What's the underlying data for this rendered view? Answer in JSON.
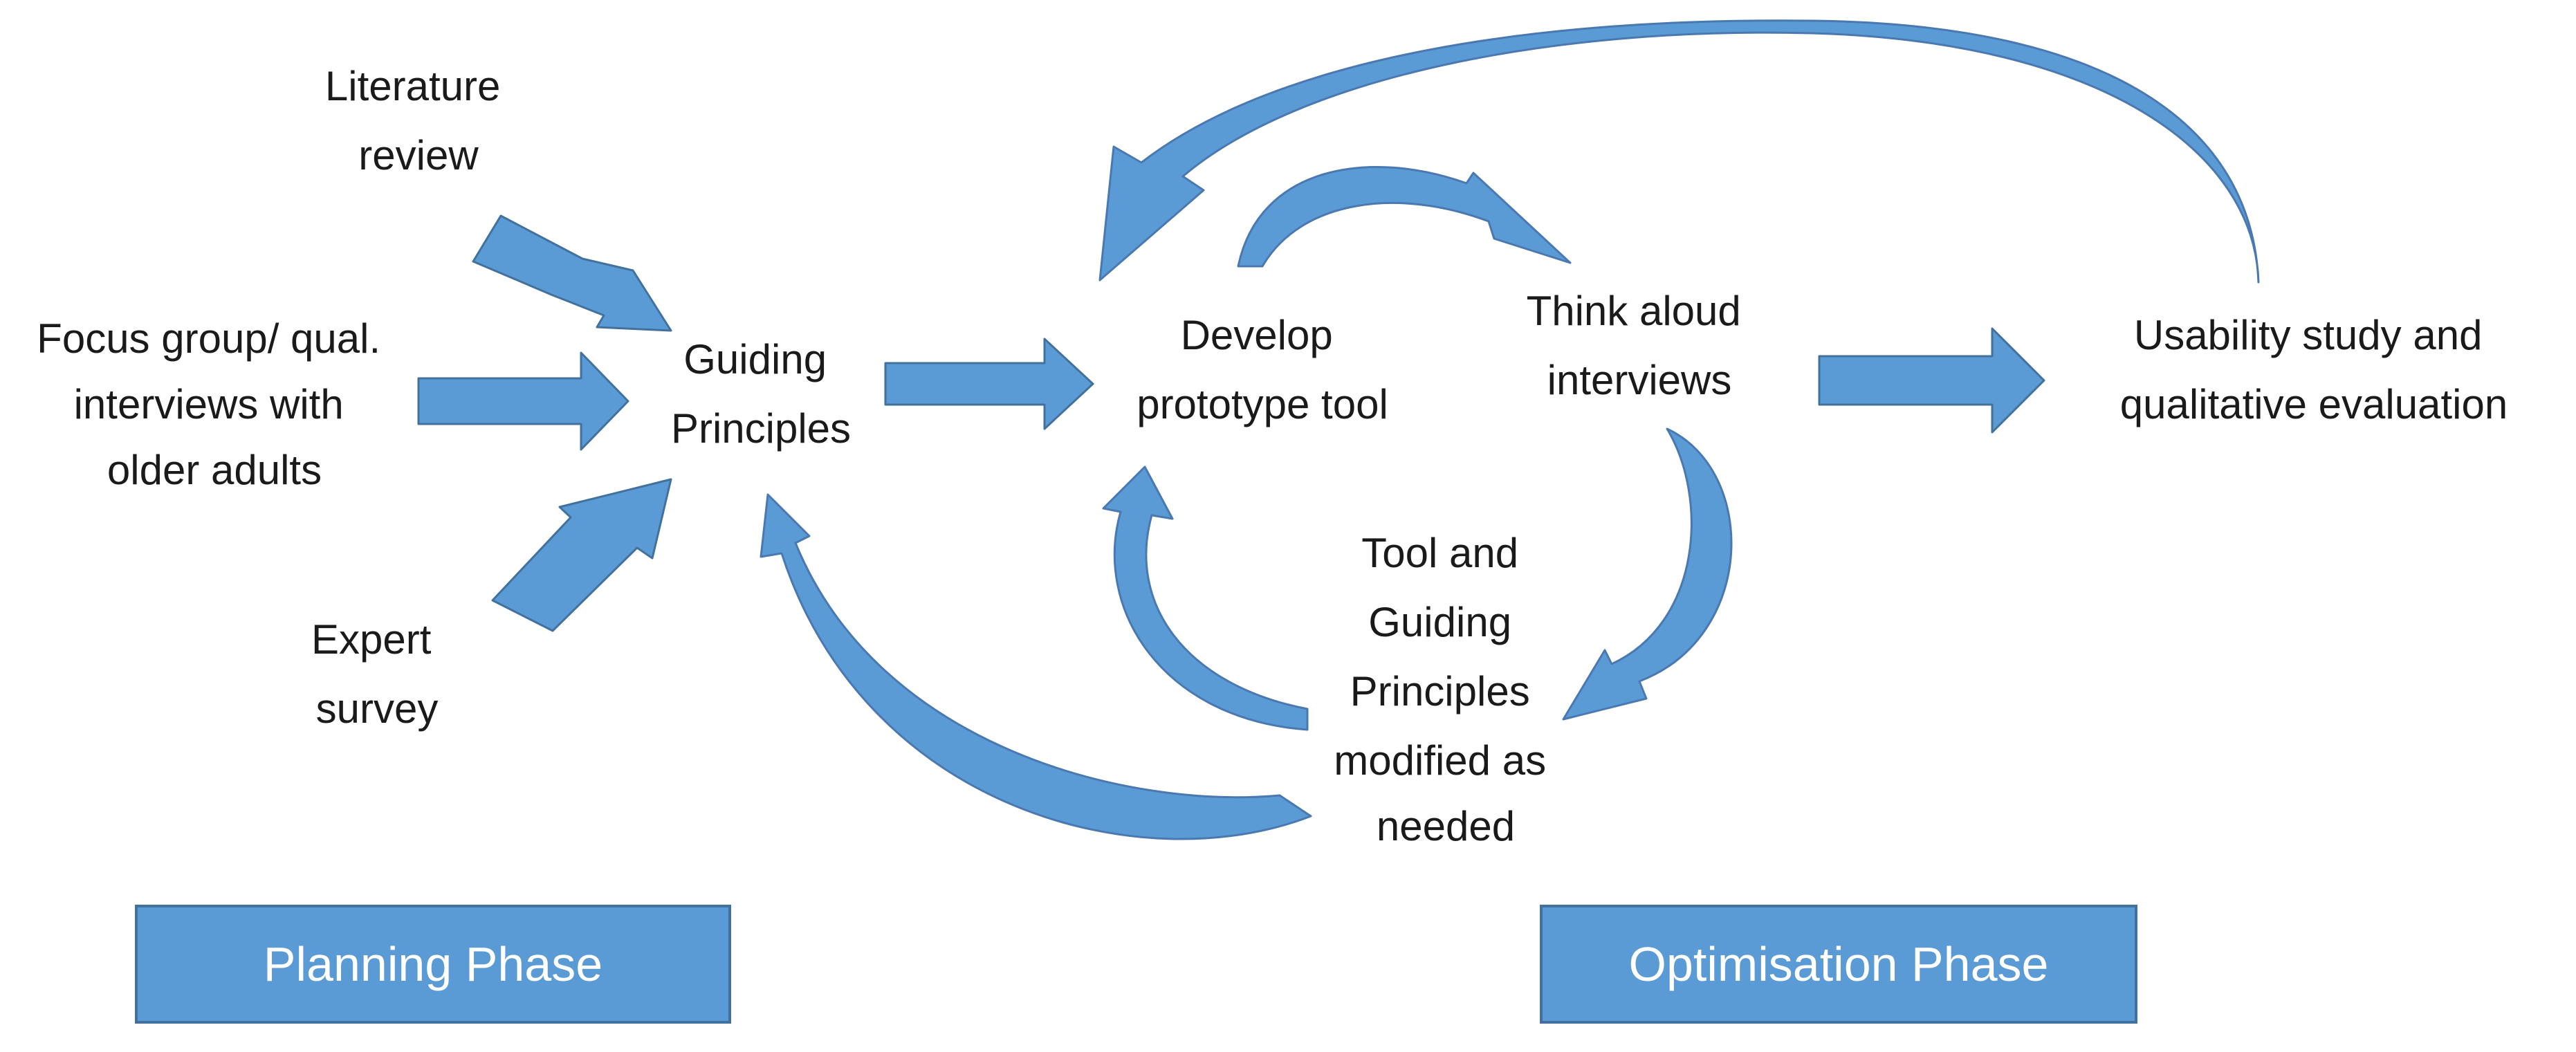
{
  "colors": {
    "arrow_fill": "#5b9bd5",
    "arrow_edge": "#41719c",
    "arrow_dark": "#4a78b0",
    "phase_box_fill": "#5b9bd5",
    "phase_box_border": "#41719c",
    "text": "#1a1a1a",
    "phase_text": "#ffffff"
  },
  "nodes": {
    "literature_review": [
      "Literature",
      "review"
    ],
    "focus_group": [
      "Focus group/ qual.",
      "interviews with",
      "older adults"
    ],
    "expert_survey": [
      "Expert",
      "survey"
    ],
    "guiding_principles": [
      "Guiding",
      "Principles"
    ],
    "develop_prototype": [
      "Develop",
      "prototype tool"
    ],
    "think_aloud": [
      "Think aloud",
      "interviews"
    ],
    "tool_modified": [
      "Tool and",
      "Guiding",
      "Principles",
      "modified as",
      "needed"
    ],
    "usability_study": [
      "Usability study and",
      "qualitative evaluation"
    ]
  },
  "phases": {
    "planning": "Planning Phase",
    "optimisation": "Optimisation Phase"
  }
}
